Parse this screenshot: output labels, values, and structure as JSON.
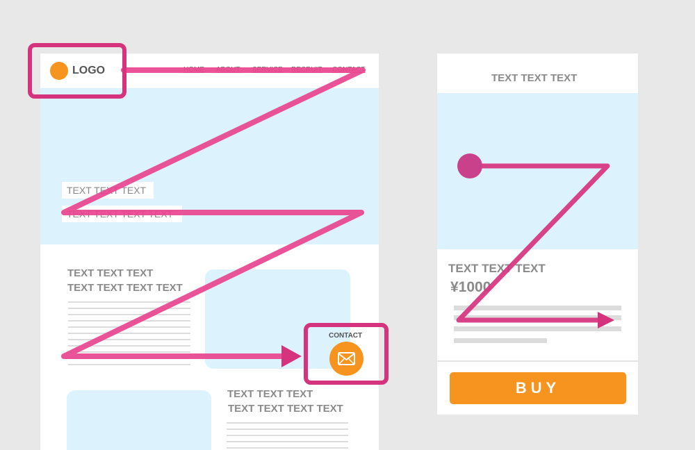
{
  "desktop": {
    "logo": {
      "text": "LOGO"
    },
    "nav": [
      "HOME",
      "ABOUT",
      "SERVICE",
      "RECRUIT",
      "CONTACT"
    ],
    "hero": {
      "line1": "TEXT TEXT TEXT",
      "line2": "TEXT TEXT TEXT TEXT"
    },
    "section1": {
      "line1": "TEXT TEXT TEXT",
      "line2": "TEXT TEXT TEXT TEXT"
    },
    "contact_badge": {
      "label": "CONTACT"
    },
    "section2": {
      "line1": "TEXT TEXT TEXT",
      "line2": "TEXT TEXT TEXT TEXT"
    }
  },
  "mobile": {
    "header": "TEXT TEXT TEXT",
    "product_title": "TEXT TEXT TEXT",
    "price": "¥1000",
    "buy_label": "BUY"
  },
  "colors": {
    "background": "#e8e8e8",
    "panel": "#ffffff",
    "image_placeholder": "#dcf3fd",
    "accent_orange": "#f79420",
    "path_magenta": "#d6337f",
    "path_pink": "#f2559a",
    "text_gray": "#8a8a8a"
  },
  "icons": [
    "logo-dot-icon",
    "mail-icon",
    "arrowhead-icon",
    "start-dot-icon"
  ]
}
